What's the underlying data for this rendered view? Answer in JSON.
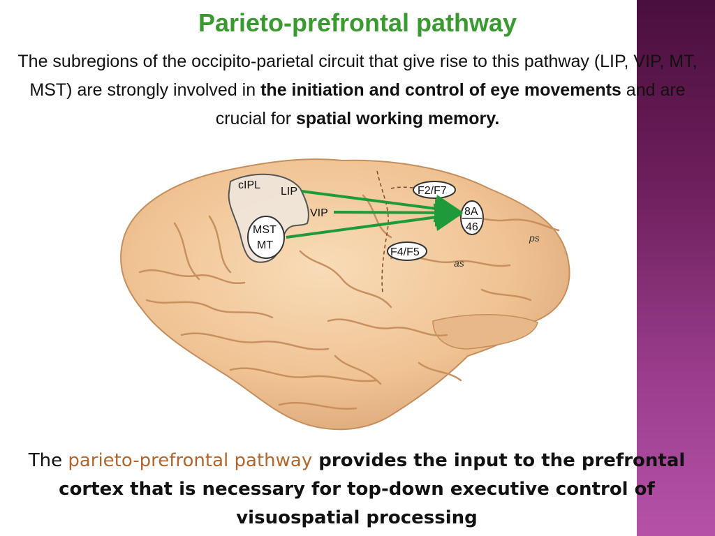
{
  "slide": {
    "title": "Parieto-prefrontal pathway",
    "intro": {
      "part1": "The subregions of the occipito-parietal circuit that give rise to this pathway (LIP, VIP, MT, MST) are strongly involved in ",
      "bold1": "the initiation and control of eye movements",
      "part2": " and are crucial for ",
      "bold2": "spatial working memory."
    },
    "conclusion": {
      "part1": "The ",
      "highlight": "parieto-prefrontal pathway",
      "bold": " provides the input to the prefrontal cortex that is necessary for top-down executive control of visuospatial processing"
    }
  },
  "figure": {
    "labels": {
      "cipl": "cIPL",
      "lip": "LIP",
      "vip": "VIP",
      "mst": "MST",
      "mt": "MT",
      "f2f7": "F2/F7",
      "a8": "8A",
      "a46": "46",
      "f4f5": "F4/F5",
      "ps": "ps",
      "as": "as"
    },
    "colors": {
      "arrow": "#1f9a3a",
      "brain": "#f2c79a",
      "sidebar": "#6e1f5d",
      "title": "#3a9a30",
      "highlight": "#b0662c"
    }
  }
}
